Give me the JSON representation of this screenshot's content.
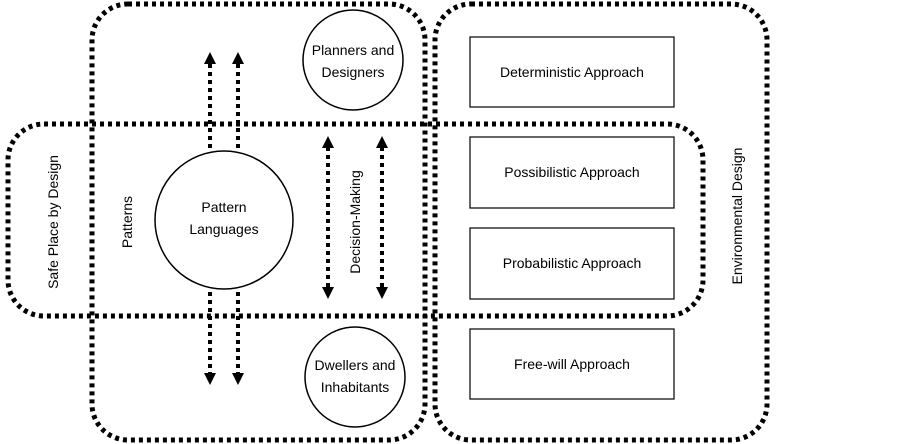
{
  "regions": {
    "safe_place": "Safe Place by Design",
    "patterns": "Patterns",
    "decision_making": "Decision-Making",
    "environmental_design": "Environmental Design"
  },
  "circles": {
    "planners": [
      "Planners and",
      "Designers"
    ],
    "pattern_languages": [
      "Pattern",
      "Languages"
    ],
    "dwellers": [
      "Dwellers and",
      "Inhabitants"
    ]
  },
  "approaches": {
    "deterministic": "Deterministic Approach",
    "possibilistic": "Possibilistic Approach",
    "probabilistic": "Probabilistic Approach",
    "free_will": "Free-will Approach"
  }
}
